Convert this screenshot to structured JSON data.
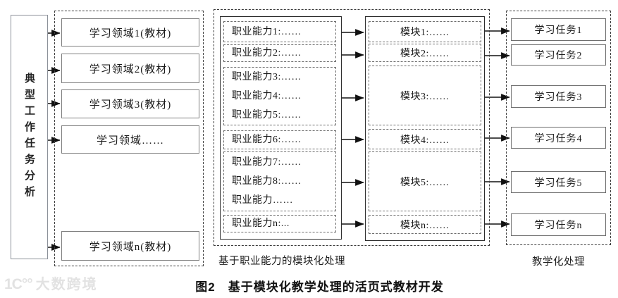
{
  "left": {
    "analysis_label": "典型工作任务分析",
    "fields": [
      "学习领域1(教材)",
      "学习领域2(教材)",
      "学习领域3(教材)",
      "学习领域……",
      "学习领域n(教材)"
    ]
  },
  "middle": {
    "capability_groups": [
      {
        "lines": [
          "职业能力1:……"
        ]
      },
      {
        "lines": [
          "职业能力2:……"
        ]
      },
      {
        "lines": [
          "职业能力3:……",
          "职业能力4:……",
          "职业能力5:……"
        ]
      },
      {
        "lines": [
          "职业能力6:……"
        ]
      },
      {
        "lines": [
          "职业能力7:……",
          "职业能力8:……",
          "职业能力……"
        ]
      },
      {
        "lines": [
          "职业能力n:..."
        ]
      }
    ],
    "modules": [
      "模块1:……",
      "模块2:……",
      "模块3:……",
      "模块4:……",
      "模块5:……",
      "模块n:……"
    ],
    "bottom_label": "基于职业能力的模块化处理"
  },
  "right": {
    "tasks": [
      "学习任务1",
      "学习任务2",
      "学习任务3",
      "学习任务4",
      "学习任务5",
      "学习任务n"
    ],
    "bottom_label": "教学化处理"
  },
  "caption": "图2　基于模块化教学处理的活页式教材开发",
  "watermark": {
    "logo": "1C°°",
    "text": "大数跨境"
  },
  "colors": {
    "box_border_gray": "#7f7f7f",
    "solid_border": "#2b2b2b",
    "dashed_border": "#3c3c3c",
    "arrow": "#111111",
    "watermark": "#e2e2e2"
  }
}
